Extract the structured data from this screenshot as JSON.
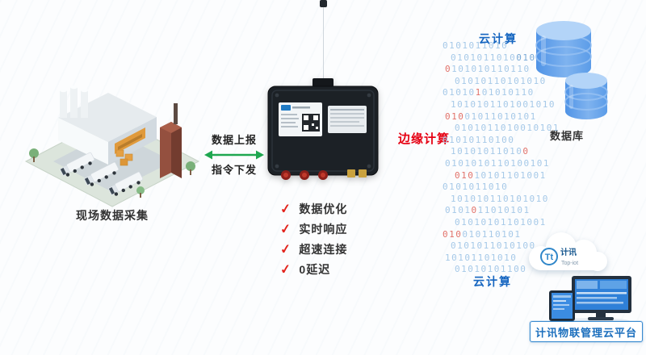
{
  "factory": {
    "caption": "现场数据采集"
  },
  "link": {
    "up": "数据上报",
    "down": "指令下发"
  },
  "edge": {
    "label": "边缘计算"
  },
  "features": {
    "check": "✓",
    "items": [
      "数据优化",
      "实时响应",
      "超速连接",
      "0延迟"
    ]
  },
  "cloud": {
    "top_label": "云计算",
    "bottom_label": "云计算",
    "database_label": "数据库",
    "platform_label": "计讯物联管理云平台",
    "logo": {
      "symbol": "Tt",
      "brand": "计讯",
      "sub": "Top-iot"
    }
  },
  "colors": {
    "arrow_green": "#1fa750",
    "edge_red": "#e60012",
    "cloud_blue": "#1565c0",
    "binary_blue": "#a6c9e8",
    "binary_red": "#e2736b",
    "database_blue": "#5b9ce8"
  },
  "binary": {
    "rows": [
      [
        {
          "t": "0101011010",
          "c": "b"
        }
      ],
      [
        {
          "t": "0101011010",
          "c": "b"
        },
        {
          "t": "0101",
          "c": "d"
        }
      ],
      [
        {
          "t": "0",
          "c": "r"
        },
        {
          "t": "101010110110",
          "c": "b"
        }
      ],
      [
        {
          "t": "01010110101010",
          "c": "b"
        }
      ],
      [
        {
          "t": "01010",
          "c": "b"
        },
        {
          "t": "1",
          "c": "r"
        },
        {
          "t": "01010110",
          "c": "b"
        }
      ],
      [
        {
          "t": "1010101101001010",
          "c": "b"
        }
      ],
      [
        {
          "t": "010",
          "c": "r"
        },
        {
          "t": "01011010101",
          "c": "b"
        }
      ],
      [
        {
          "t": "0101011010010101",
          "c": "b"
        }
      ],
      [
        {
          "t": "01010110100",
          "c": "b"
        }
      ],
      [
        {
          "t": "10101011010",
          "c": "b"
        },
        {
          "t": "0",
          "c": "r"
        }
      ],
      [
        {
          "t": "0101010110100101",
          "c": "b"
        }
      ],
      [
        {
          "t": "010",
          "c": "r"
        },
        {
          "t": "10101101001",
          "c": "b"
        }
      ],
      [
        {
          "t": "0101011010",
          "c": "b"
        }
      ],
      [
        {
          "t": "101010110101010",
          "c": "b"
        }
      ],
      [
        {
          "t": "0101",
          "c": "b"
        },
        {
          "t": "0",
          "c": "r"
        },
        {
          "t": "11010101",
          "c": "b"
        }
      ],
      [
        {
          "t": "01010101101001",
          "c": "b"
        }
      ],
      [
        {
          "t": "010",
          "c": "r"
        },
        {
          "t": "010110101",
          "c": "b"
        }
      ],
      [
        {
          "t": "0101011010100",
          "c": "b"
        }
      ],
      [
        {
          "t": "10101101010",
          "c": "b"
        }
      ],
      [
        {
          "t": "01010101100",
          "c": "b"
        }
      ]
    ]
  }
}
